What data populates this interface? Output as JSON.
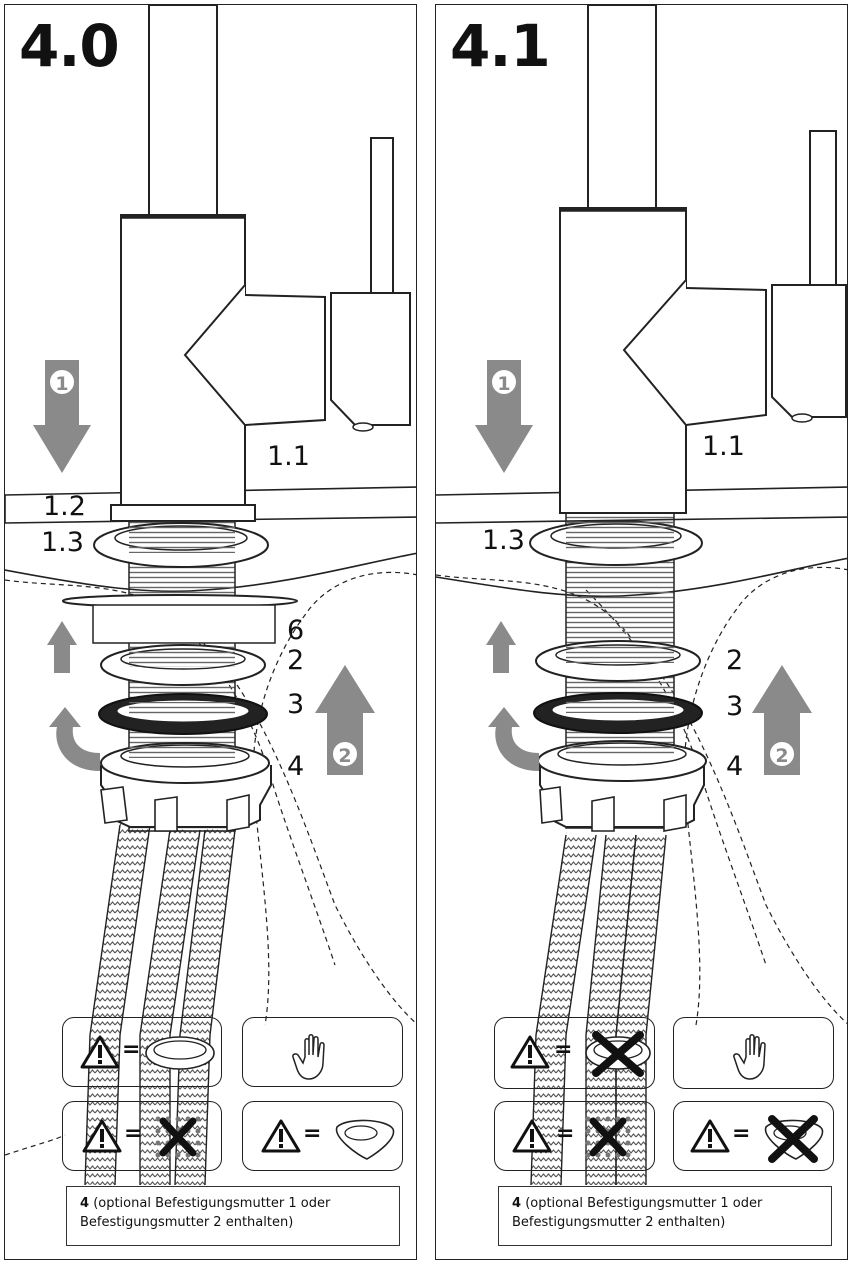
{
  "panels": [
    {
      "step": "4.0",
      "labels": {
        "l11": "1.1",
        "l12": "1.2",
        "l13": "1.3",
        "l6": "6",
        "l2": "2",
        "l3": "3",
        "l4": "4"
      },
      "note": {
        "ref": "4",
        "text1": "(optional Befestigungsmutter 1 oder",
        "text2": "Befestigungsmutter 2 enthalten)"
      },
      "icons": {
        "equals": "="
      }
    },
    {
      "step": "4.1",
      "labels": {
        "l11": "1.1",
        "l13": "1.3",
        "l2": "2",
        "l3": "3",
        "l4": "4"
      },
      "note": {
        "ref": "4",
        "text1": "(optional Befestigungsmutter 1 oder",
        "text2": "Befestigungsmutter 2 enthalten)"
      },
      "icons": {
        "equals": "="
      }
    }
  ],
  "arrows": {
    "step_one": "1",
    "step_two": "2"
  }
}
